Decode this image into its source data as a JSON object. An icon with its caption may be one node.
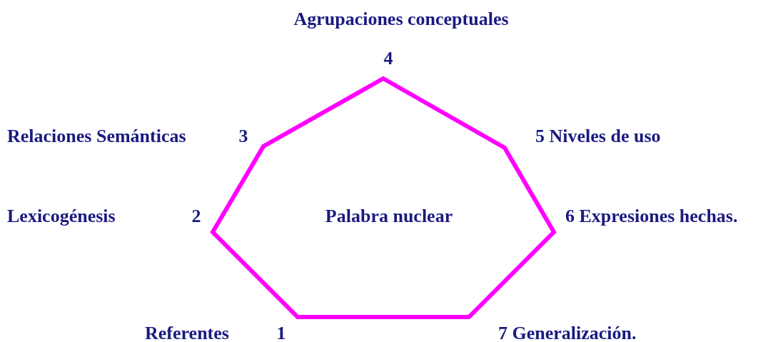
{
  "diagram": {
    "nodes": [
      {
        "text": [
          "Palabra nuclear"
        ]
      }
    ],
    "labels": [
      "Agrupaciones conceptuales",
      "4",
      "Relaciones Semánticas",
      "3",
      "5 Niveles de uso",
      "Lexicogénesis",
      "2",
      "6 Expresiones hechas.",
      "Referentes",
      "1",
      "7 Generalización."
    ]
  }
}
